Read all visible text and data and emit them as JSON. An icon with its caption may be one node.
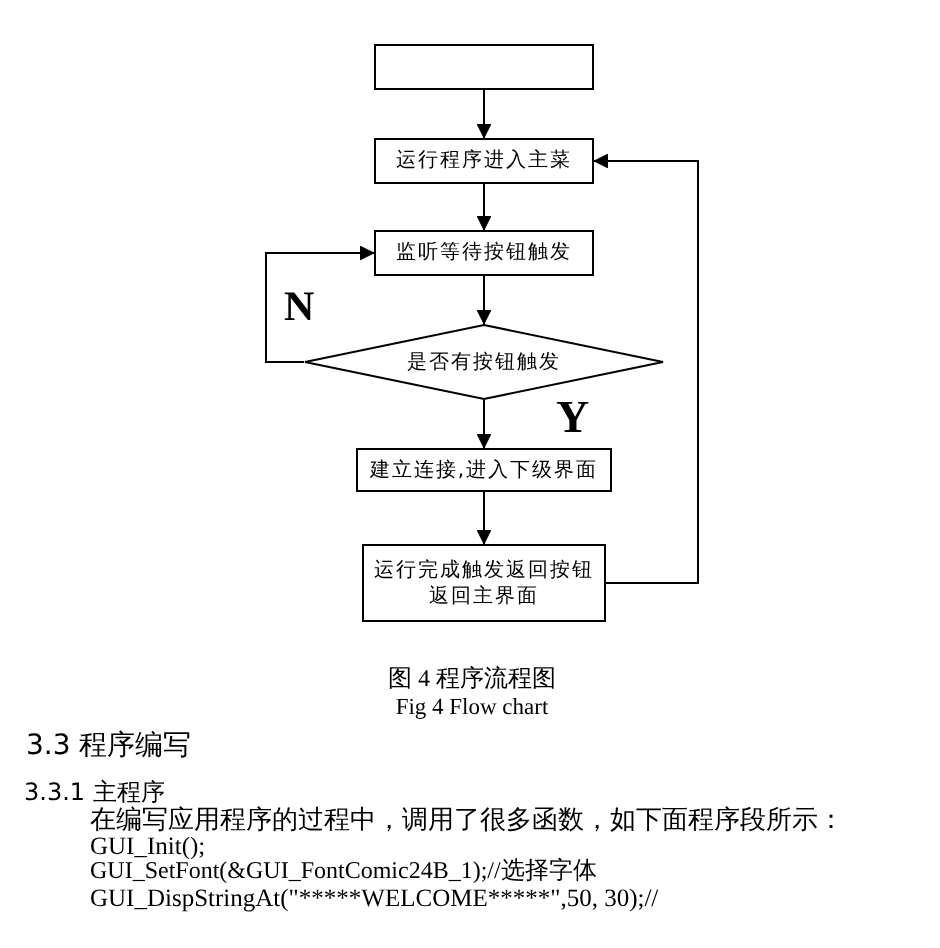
{
  "diagram": {
    "caption": "图 4 程序流程图",
    "nodes": [
      {
        "text": [],
        "shape": "box"
      },
      {
        "text": [
          "运行程序进入主菜"
        ]
      },
      {
        "text": [
          "监听等待按钮触发"
        ]
      },
      {
        "text": [
          "是否有按钮触发"
        ]
      },
      {
        "text": [
          "建立连接,进入下级界面"
        ]
      },
      {
        "text": [
          "运行完成触发返回按钮返回主界面"
        ]
      }
    ],
    "edges": [
      {
        "from": 0,
        "to": 1,
        "arrow": "to"
      },
      {
        "from": 1,
        "to": 2,
        "arrow": "to"
      },
      {
        "from": 2,
        "to": 3,
        "arrow": "to"
      },
      {
        "from": 3,
        "to": 2,
        "arrow": "to",
        "label": "N"
      },
      {
        "from": 3,
        "to": 4,
        "arrow": "to",
        "label": "Y"
      },
      {
        "from": 4,
        "to": 5,
        "arrow": "to"
      },
      {
        "from": 5,
        "to": 1,
        "arrow": "to"
      }
    ],
    "labels": [
      "Fig 4 Flow chart",
      "3.3 程序编写",
      "3.3.1 主程序",
      "在编写应用程序的过程中，调用了很多函数，如下面程序段所示：",
      "GUI_Init();",
      "GUI_SetFont(&GUI_FontComic24B_1);//选择字体",
      "GUI_DispStringAt(\"*****WELCOME*****\",50, 30);//"
    ]
  }
}
